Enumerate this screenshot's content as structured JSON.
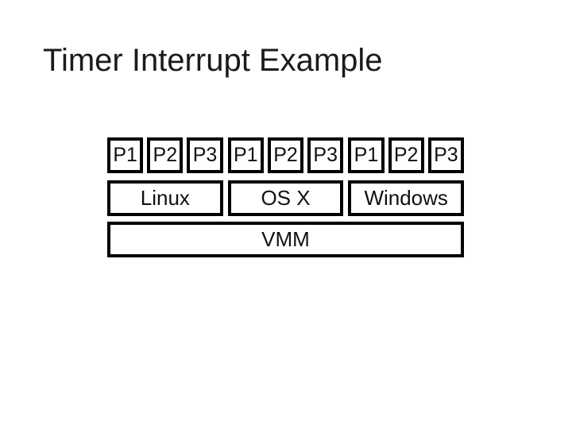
{
  "slide": {
    "title": "Timer Interrupt Example",
    "background_color": "#ffffff",
    "text_color": "#1b1b1b",
    "box_border_color": "#000000"
  },
  "diagram": {
    "groups": [
      {
        "os": "Linux",
        "processes": [
          "P1",
          "P2",
          "P3"
        ]
      },
      {
        "os": "OS X",
        "processes": [
          "P1",
          "P2",
          "P3"
        ]
      },
      {
        "os": "Windows",
        "processes": [
          "P1",
          "P2",
          "P3"
        ]
      }
    ],
    "vmm_label": "VMM"
  }
}
